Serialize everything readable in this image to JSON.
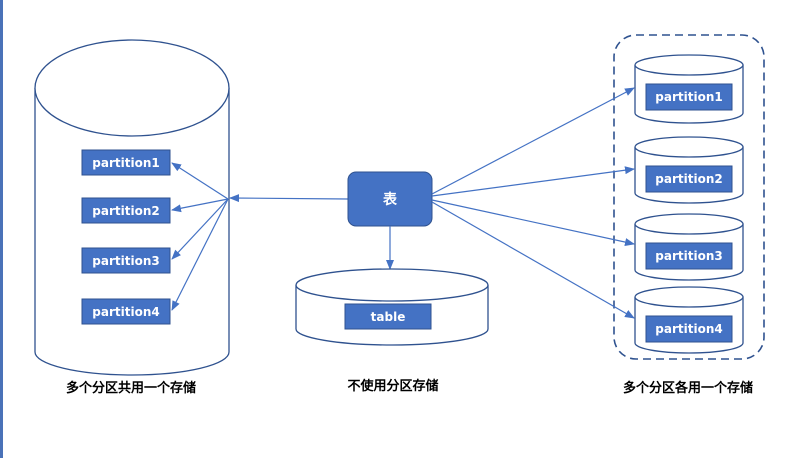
{
  "colors": {
    "accent": "#4472c4",
    "box_fill": "#4472c4",
    "box_border": "#2f528f",
    "cylinder_stroke": "#2f528f",
    "arrow": "#4472c4"
  },
  "shared_storage": {
    "partitions": [
      "partition1",
      "partition2",
      "partition3",
      "partition4"
    ],
    "caption": "多个分区共用一个存储"
  },
  "center": {
    "table_node": "表",
    "storage_label": "table",
    "caption": "不使用分区存储"
  },
  "separate_storage": {
    "partitions": [
      "partition1",
      "partition2",
      "partition3",
      "partition4"
    ],
    "caption": "多个分区各用一个存储"
  }
}
